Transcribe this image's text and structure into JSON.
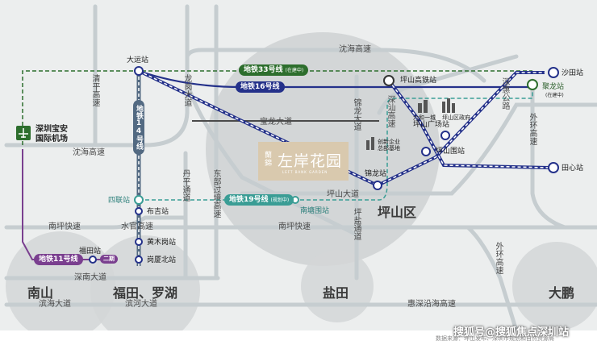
{
  "colors": {
    "background": "#eceeee",
    "road": "#c6cdd0",
    "line_33": "#2d6e2d",
    "line_16": "#24318a",
    "line_14": "#536a82",
    "line_19": "#3a9d95",
    "line_11": "#7a3f8f",
    "rail": "#24318a",
    "bubble": "#d3d6d7",
    "project": "#d9c9ae"
  },
  "districts": {
    "pingshan": "坪山区",
    "nanshan": "南山",
    "futian": "福田、罗湖",
    "yantian": "盐田",
    "dapeng": "大鹏"
  },
  "roads": {
    "yanhai_top": "沈海高速",
    "yanhai_left": "沈海高速",
    "qingping": "清平高速",
    "longgang": "龙岗大道",
    "baolong": "宝龙大道",
    "jinlong": "锦龙大道",
    "shenshan": "深汕高速",
    "danping": "丹平通道",
    "dongbu": "东部过境高速",
    "pingshan_dadao": "坪山大道",
    "nanping": "南坪快速",
    "shuiguan": "水官高速",
    "nanping_2": "南坪快速",
    "pingyan": "坪盐通道",
    "waihuan_top": "外环高速",
    "waihuan_bottom": "外环高速",
    "shenhui": "深惠公路",
    "shennan": "深南大道",
    "binhai": "滨海大道",
    "binhe": "滨河大道",
    "huishen": "惠深沿海高速"
  },
  "stations": {
    "dayun": "大运站",
    "pingshan_gaotie": "坪山高铁站",
    "shatian": "沙田站",
    "julong": "聚龙站",
    "julong_note": "(在建中)",
    "pingshan_guangchang": "坪山广场站",
    "pingshanwei": "坪山围站",
    "tianxin": "田心站",
    "jinlong": "锦龙站",
    "nantangwei": "南塘围站",
    "sihe": "四联站",
    "buji": "布吉站",
    "huangmugang": "黄木岗站",
    "gangxiabei": "岗厦北站",
    "futian": "福田站"
  },
  "landmarks": {
    "liuyue": "六和一城",
    "gov": "坪山区政府",
    "chuangxin": "创新企业\n总部基地"
  },
  "lines": {
    "line33": {
      "label": "地铁33号线",
      "note": "(在建中)"
    },
    "line16": {
      "label": "地铁16号线"
    },
    "line14": {
      "label": "地铁14号线"
    },
    "line19": {
      "label": "地铁19号线",
      "note": "(规划中)"
    },
    "line11": {
      "label": "地铁11号线"
    },
    "line11_ext": {
      "label": "二期"
    }
  },
  "airport": {
    "label": "深圳宝安\n国际机场"
  },
  "project": {
    "logo": "蘭錦",
    "name": "左岸花园",
    "sub": "LEFT BANK GARDEN"
  },
  "footer": "数据来源：坪山发布、深圳市规划和自然资源局",
  "watermark": "搜狐号@搜狐焦点深圳站"
}
